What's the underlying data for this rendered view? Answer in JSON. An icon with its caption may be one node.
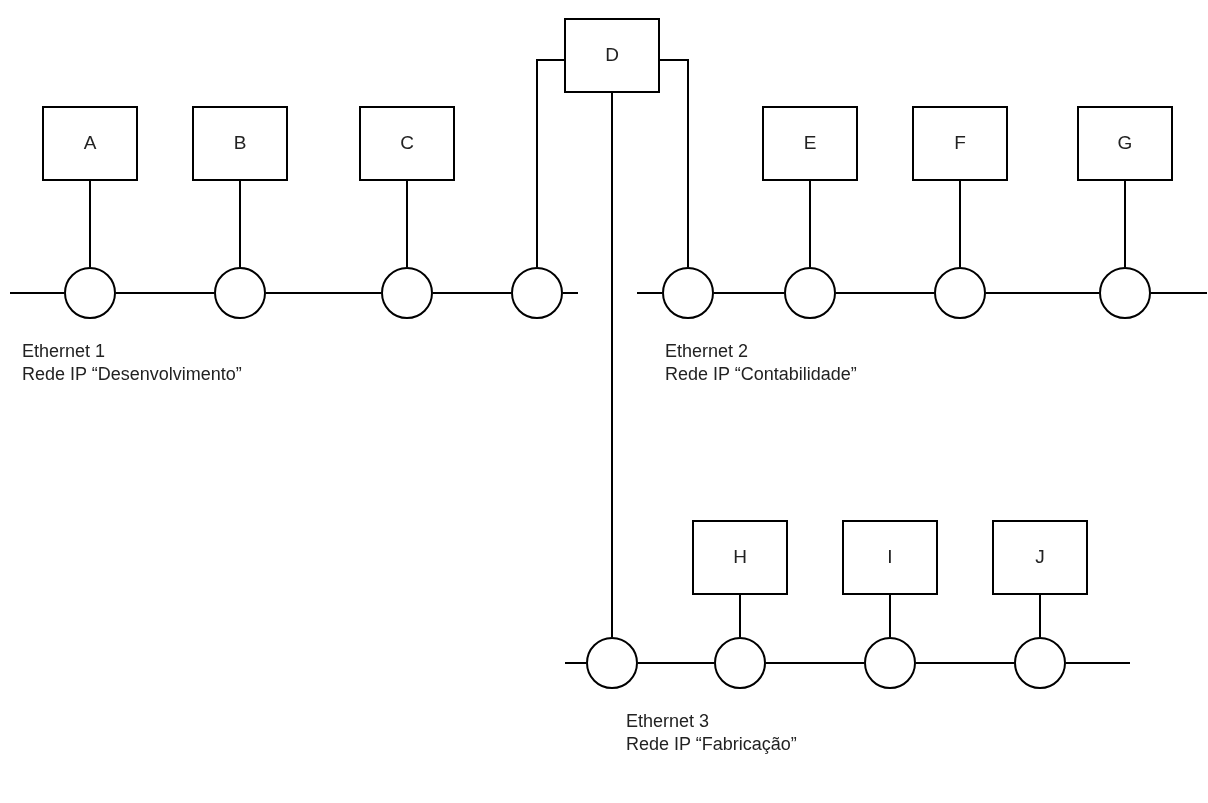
{
  "diagram": {
    "nodes": [
      {
        "text": [
          "D"
        ]
      },
      {
        "text": [
          "A"
        ]
      },
      {
        "text": [
          "B"
        ]
      },
      {
        "text": [
          "C"
        ]
      },
      {
        "text": [
          "E"
        ]
      },
      {
        "text": [
          "F"
        ]
      },
      {
        "text": [
          "G"
        ]
      },
      {
        "text": [],
        "shape": "circle"
      },
      {
        "text": [],
        "shape": "circle"
      },
      {
        "text": [],
        "shape": "circle"
      },
      {
        "text": [],
        "shape": "circle"
      },
      {
        "text": [],
        "shape": "circle"
      },
      {
        "text": [],
        "shape": "circle"
      },
      {
        "text": [],
        "shape": "circle"
      },
      {
        "text": [],
        "shape": "circle"
      },
      {
        "text": [
          "H"
        ]
      },
      {
        "text": [
          "I"
        ]
      },
      {
        "text": [
          "J"
        ]
      },
      {
        "text": [],
        "shape": "circle"
      },
      {
        "text": [],
        "shape": "circle"
      },
      {
        "text": [],
        "shape": "circle"
      },
      {
        "text": [],
        "shape": "circle"
      }
    ],
    "edges": [
      {
        "from": 1,
        "to": 7,
        "arrow": "none"
      },
      {
        "from": 2,
        "to": 8,
        "arrow": "none"
      },
      {
        "from": 3,
        "to": 9,
        "arrow": "none"
      },
      {
        "from": 0,
        "to": 10,
        "arrow": "none"
      },
      {
        "from": 0,
        "to": 11,
        "arrow": "none"
      },
      {
        "from": 4,
        "to": 12,
        "arrow": "none"
      },
      {
        "from": 5,
        "to": 13,
        "arrow": "none"
      },
      {
        "from": 6,
        "to": 14,
        "arrow": "none"
      },
      {
        "from": 0,
        "to": 18,
        "arrow": "none"
      },
      {
        "from": 15,
        "to": 19,
        "arrow": "none"
      },
      {
        "from": 16,
        "to": 20,
        "arrow": "none"
      },
      {
        "from": 17,
        "to": 21,
        "arrow": "none"
      },
      {
        "from": null,
        "to": 7,
        "arrow": "none"
      },
      {
        "from": 7,
        "to": 8,
        "arrow": "none"
      },
      {
        "from": 8,
        "to": 9,
        "arrow": "none"
      },
      {
        "from": 9,
        "to": 10,
        "arrow": "none"
      },
      {
        "from": 10,
        "to": null,
        "arrow": "none"
      },
      {
        "from": null,
        "to": 11,
        "arrow": "none"
      },
      {
        "from": 11,
        "to": 12,
        "arrow": "none"
      },
      {
        "from": 12,
        "to": 13,
        "arrow": "none"
      },
      {
        "from": 13,
        "to": 14,
        "arrow": "none"
      },
      {
        "from": 14,
        "to": null,
        "arrow": "none"
      },
      {
        "from": null,
        "to": 18,
        "arrow": "none"
      },
      {
        "from": 18,
        "to": 19,
        "arrow": "none"
      },
      {
        "from": 19,
        "to": 20,
        "arrow": "none"
      },
      {
        "from": 20,
        "to": 21,
        "arrow": "none"
      },
      {
        "from": 21,
        "to": null,
        "arrow": "none"
      }
    ],
    "labels": [
      "Ethernet 1",
      "Rede IP “Desenvolvimento”",
      "Ethernet 2",
      "Rede IP “Contabilidade”",
      "Ethernet 3",
      "Rede IP “Fabricação”"
    ]
  }
}
